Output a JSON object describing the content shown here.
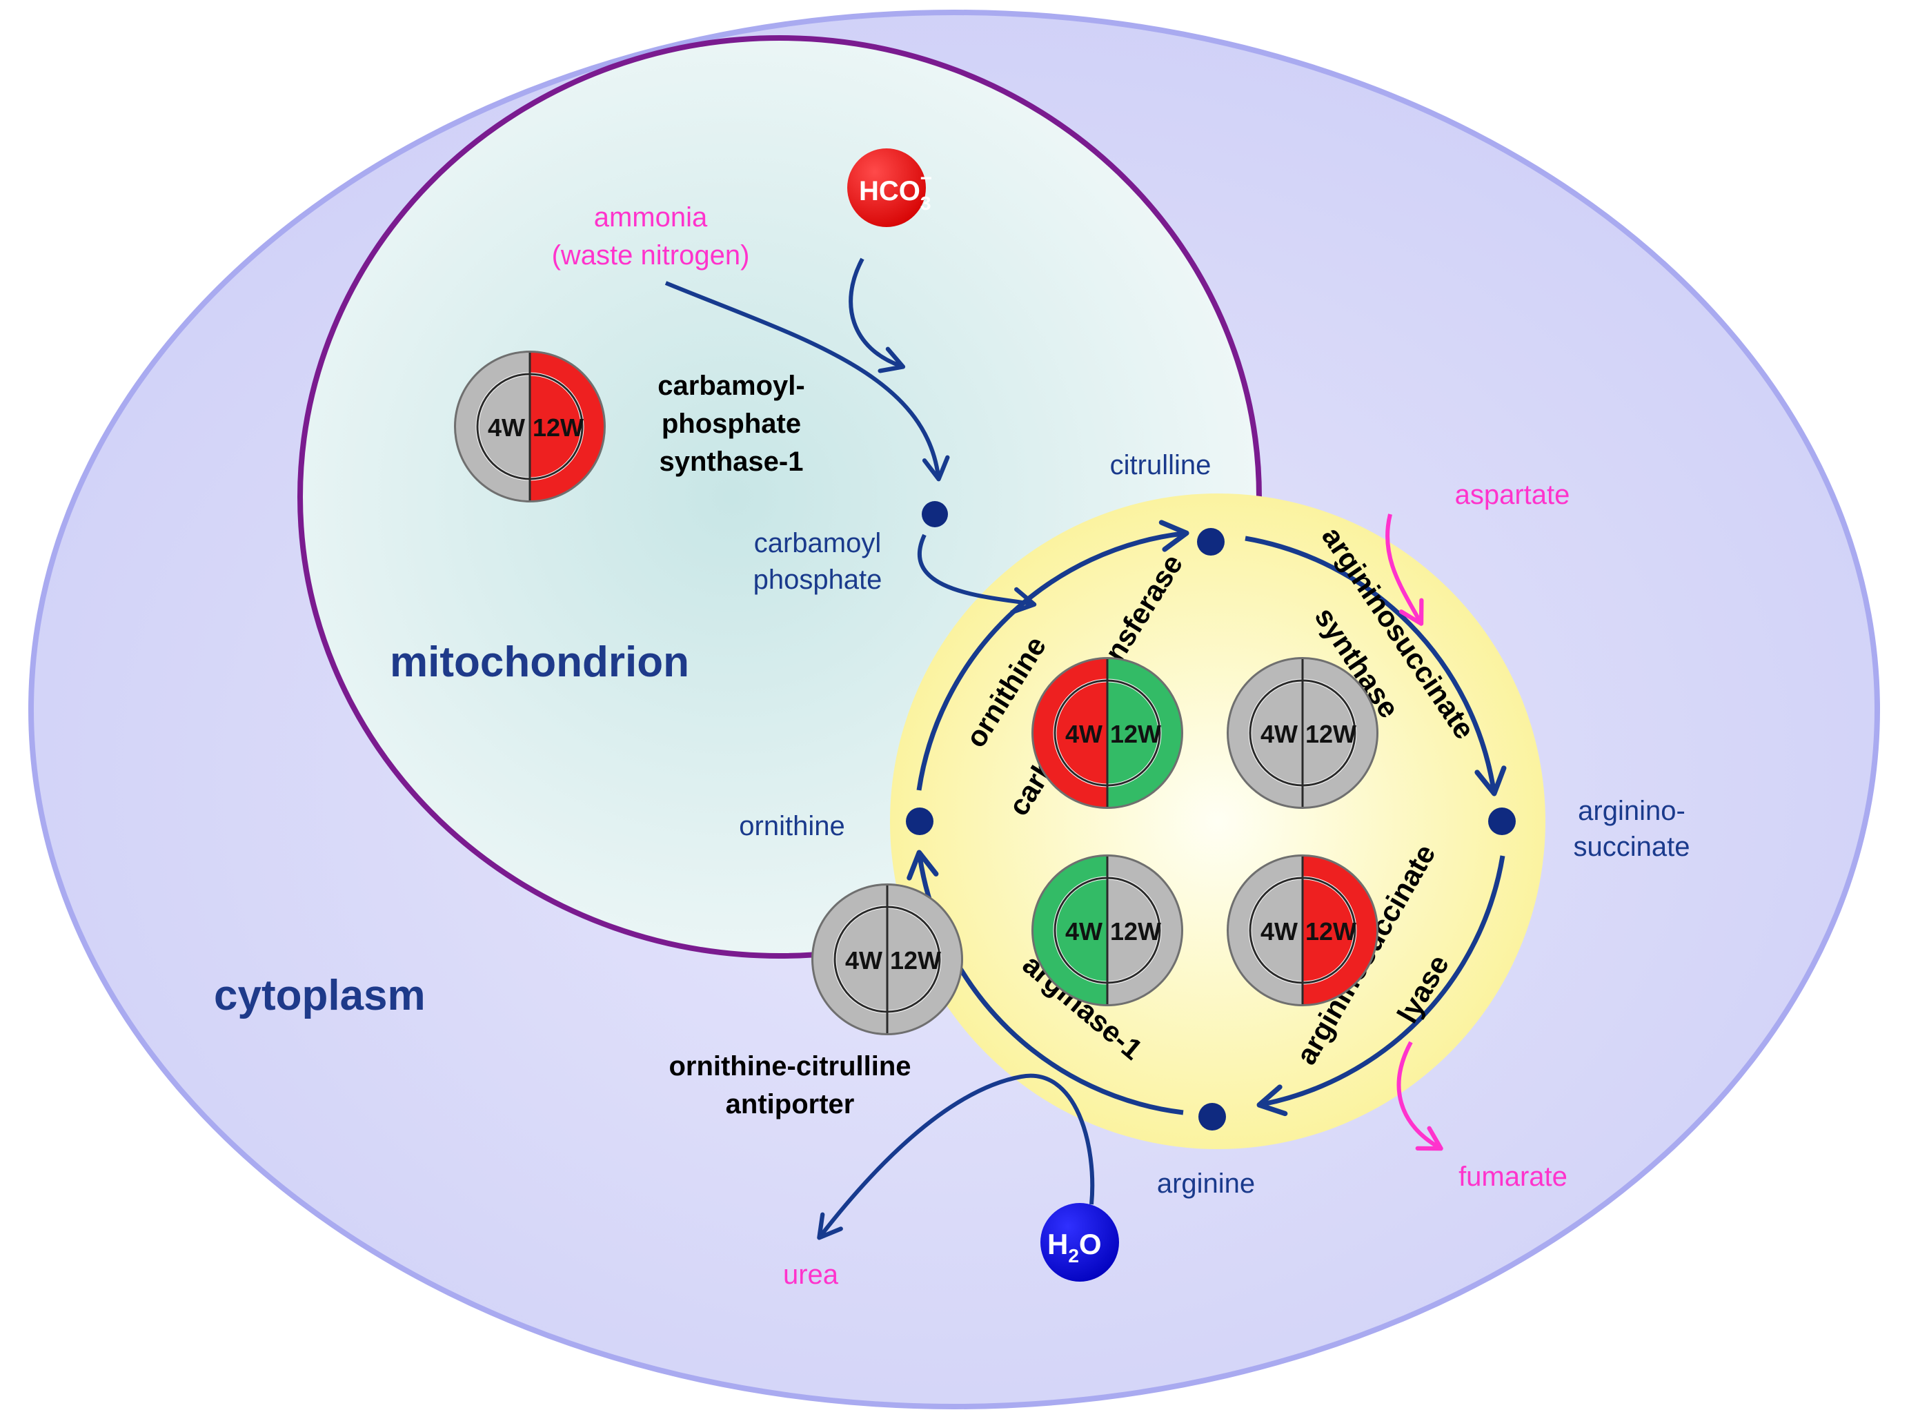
{
  "compartments": {
    "cytoplasm": "cytoplasm",
    "mitochondrion": "mitochondrion"
  },
  "molecules": {
    "bicarbonate": {
      "base": "HCO",
      "sub": "3",
      "sup": "−"
    },
    "water": {
      "base": "H",
      "sub": "2",
      "tail": "O"
    },
    "ammonia_line1": "ammonia",
    "ammonia_line2": "(waste nitrogen)",
    "carbamoyl_line1": "carbamoyl",
    "carbamoyl_line2": "phosphate",
    "citrulline": "citrulline",
    "aspartate": "aspartate",
    "argininosuccinate_line1": "arginino-",
    "argininosuccinate_line2": "succinate",
    "fumarate": "fumarate",
    "arginine": "arginine",
    "urea": "urea",
    "ornithine": "ornithine"
  },
  "enzymes": {
    "cps1": [
      "carbamoyl-",
      "phosphate",
      "synthase-1"
    ],
    "otc_line1": "ornithine",
    "otc_line2": "carbamoyltransferase",
    "ass_line1": "argininosuccinate",
    "ass_line2": "synthase",
    "asl_line1": "argininosuccinate",
    "asl_line2": "lyase",
    "arg1": "arginase-1",
    "antiporter": [
      "ornithine-citrulline",
      "antiporter"
    ]
  },
  "indicators": {
    "left_label": "4W",
    "right_label": "12W",
    "colors": {
      "up": "#ee2020",
      "down": "#33bb66",
      "neutral": "#b9b9b9"
    },
    "items": [
      {
        "id": "cps1",
        "left": "neutral",
        "right": "up"
      },
      {
        "id": "otc",
        "left": "up",
        "right": "down"
      },
      {
        "id": "ass",
        "left": "neutral",
        "right": "neutral"
      },
      {
        "id": "arg1",
        "left": "down",
        "right": "neutral"
      },
      {
        "id": "asl",
        "left": "neutral",
        "right": "up"
      },
      {
        "id": "antiporter",
        "left": "neutral",
        "right": "neutral"
      }
    ]
  },
  "colors": {
    "cytoplasm_fill": "#cfd0f7",
    "cytoplasm_stroke": "#a9aaf0",
    "mito_stroke": "#7a1b8f",
    "cycle_fill": "#fbf5a6",
    "arrow_blue": "#173a8e",
    "label_blue": "#1a3a8c",
    "label_pink": "#ff33cc",
    "bicarbonate_fill": "#ee1a1a",
    "water_fill": "#1010e0"
  }
}
